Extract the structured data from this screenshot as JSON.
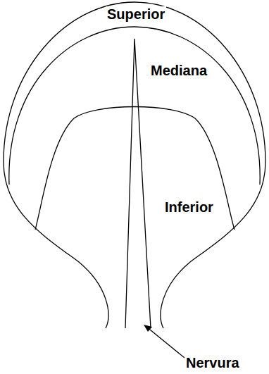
{
  "diagram": {
    "labels": [
      "Superior",
      "Mediana",
      "Inferior",
      "Nervura"
    ]
  }
}
